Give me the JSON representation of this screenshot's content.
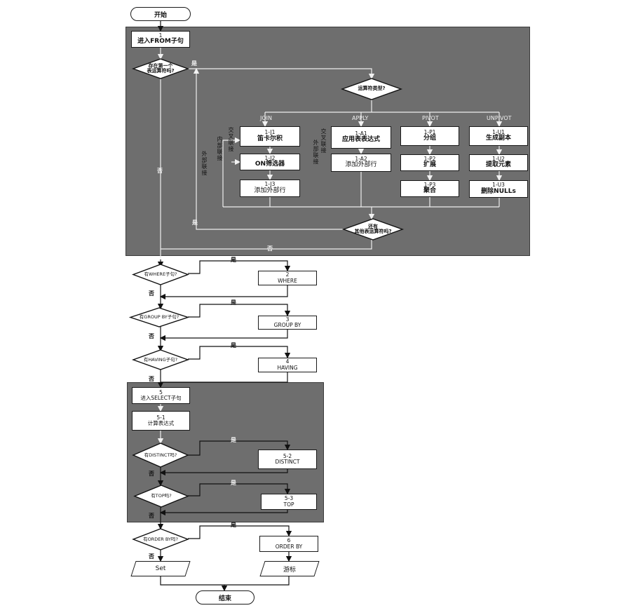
{
  "terminals": {
    "start": "开始",
    "end": "结束"
  },
  "steps": {
    "s1": {
      "num": "1",
      "text": "进入FROM子句"
    },
    "j1": {
      "num": "1-J1",
      "text": "笛卡尔积"
    },
    "j2": {
      "num": "1-J2",
      "text": "ON筛选器"
    },
    "j3": {
      "num": "1-J3",
      "text": "添加外部行"
    },
    "a1": {
      "num": "1-A1",
      "text": "应用表表达式"
    },
    "a2": {
      "num": "1-A2",
      "text": "添加外部行"
    },
    "p1": {
      "num": "1-P1",
      "text": "分组"
    },
    "p2": {
      "num": "1-P2",
      "text": "扩展"
    },
    "p3": {
      "num": "1-P3",
      "text": "聚合"
    },
    "u1": {
      "num": "1-U1",
      "text": "生成副本"
    },
    "u2": {
      "num": "1-U2",
      "text": "提取元素"
    },
    "u3": {
      "num": "1-U3",
      "text": "删除NULLs"
    },
    "s2": {
      "num": "2",
      "text": "WHERE"
    },
    "s3": {
      "num": "3",
      "text": "GROUP BY"
    },
    "s4": {
      "num": "4",
      "text": "HAVING"
    },
    "s5": {
      "num": "5",
      "text": "进入SELECT子句"
    },
    "s51": {
      "num": "5-1",
      "text": "计算表达式"
    },
    "s52": {
      "num": "5-2",
      "text": "DISTINCT"
    },
    "s53": {
      "num": "5-3",
      "text": "TOP"
    },
    "s6": {
      "num": "6",
      "text": "ORDER BY"
    }
  },
  "decisions": {
    "first_op": {
      "line1": "存在第一个",
      "line2": "表运算符吗?"
    },
    "op_type": {
      "line1": "运算符类型?"
    },
    "more_ops": {
      "line1": "还有",
      "line2": "其他表运算符吗?"
    },
    "where": {
      "line1": "有WHERE子句?"
    },
    "groupby": {
      "line1": "有GROUP BY子句?"
    },
    "having": {
      "line1": "有HAVING子句?"
    },
    "distinct": {
      "line1": "有DISTINCT吗?"
    },
    "top": {
      "line1": "有TOP吗?"
    },
    "orderby": {
      "line1": "有ORDER BY吗?"
    }
  },
  "outputs": {
    "set": "Set",
    "cursor": "游标"
  },
  "branch_labels": {
    "join": "JOIN",
    "apply": "APPLY",
    "pivot": "PIVOT",
    "unpivot": "UNPIVOT"
  },
  "join_groups": {
    "cross_join": "交叉联接",
    "inner_join": "内部联接",
    "outer_join": "外部联接",
    "cross_apply": "交叉联接",
    "outer_apply": "外部联接"
  },
  "answers": {
    "yes": "是",
    "no": "否"
  }
}
